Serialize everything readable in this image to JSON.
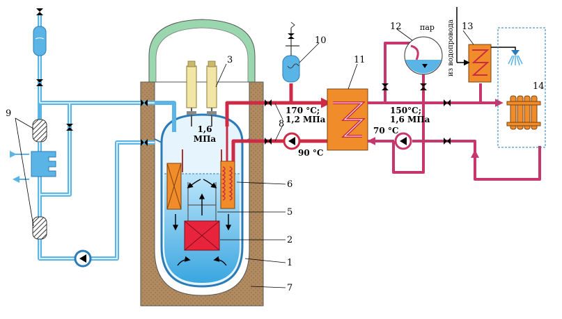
{
  "labels": {
    "n1": "1",
    "n2": "2",
    "n3": "3",
    "n5": "5",
    "n6": "6",
    "n7": "7",
    "n8": "8",
    "n9": "9",
    "n10": "10",
    "n11": "11",
    "n12": "12",
    "n13": "13",
    "n14": "14"
  },
  "annotations": {
    "reactor_pressure_value": "1,6",
    "reactor_pressure_unit": "МПа",
    "primary_out_temp": "170 °C;",
    "primary_out_pressure": "1,2 МПа",
    "primary_return_temp": "90 °C",
    "secondary_out_temp": "150°C;",
    "secondary_out_pressure": "1,6 МПа",
    "secondary_return_temp": "70 °C",
    "steam": "пар",
    "water_supply": "из водопровода"
  },
  "colors": {
    "cold_loop": "#5ab4e6",
    "hot_loop": "#cc2a45",
    "heat_exchanger": "#f08c2a",
    "concrete": "#b08a60",
    "containment_dome": "#9ad6ae",
    "core": "#e8243c",
    "fuel_rods": "#f2e6a6"
  }
}
